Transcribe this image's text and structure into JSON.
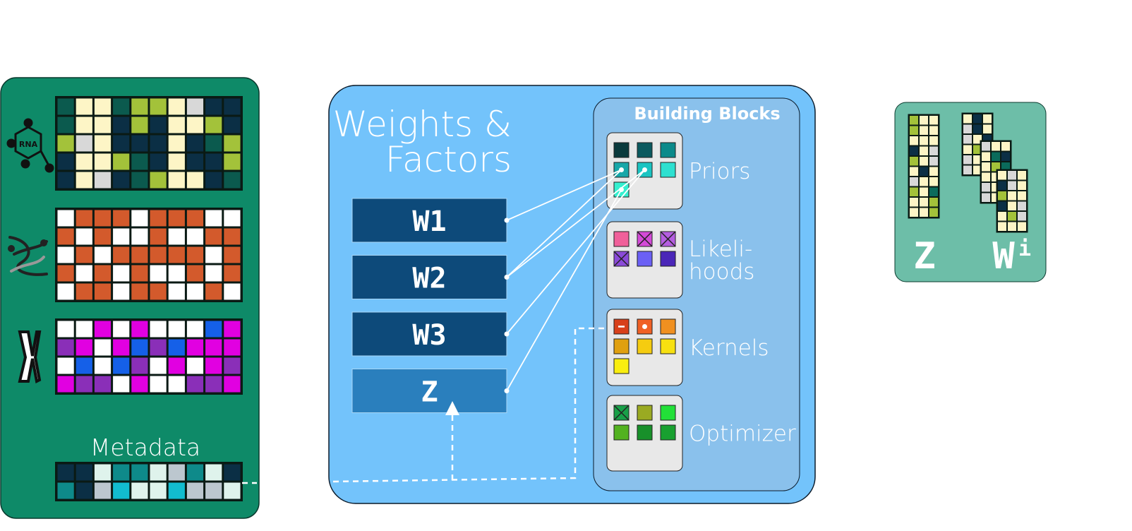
{
  "palette": {
    "dark": "#0b2f45",
    "lime": "#a3c23a",
    "cream": "#fdf5c6",
    "gray": "#d8d8d8",
    "teal": "#0b6b5b",
    "orange": "#d35a2c",
    "white": "#ffffff",
    "magenta": "#e100e1",
    "purple": "#8a2fb8",
    "blue": "#1560e8"
  },
  "data_panel": {
    "metadata_label": "Metadata",
    "matrices": [
      {
        "icon": "rna-icon",
        "icon_text": "RNA",
        "rows": [
          "TCCTLLCGDD",
          "TCCDLDCCLD",
          "LGCDDDCDTL",
          "DCCLTDCDDL",
          "DCGDTLCCDT"
        ]
      },
      {
        "icon": "dna-icon",
        "rows": [
          "WOOOWOOOWW",
          "OWOWWOWWOO",
          "WOWOOOOOWO",
          "OWOWOWWOWO",
          "WOOWOOWWOW"
        ]
      },
      {
        "icon": "chromosome-icon",
        "rows": [
          "WWMWMWWWBM",
          "PMWMBPBMMM",
          "WBWBPWMWMP",
          "MPPWMWWPPM"
        ]
      }
    ],
    "metadata_rows": [
      "DDmTTmgTmD",
      "TDgCmmCggm"
    ]
  },
  "model_panel": {
    "title_line1": "Weights &",
    "title_line2": "Factors",
    "weights": [
      {
        "label": "W1",
        "highlight": false
      },
      {
        "label": "W2",
        "highlight": false
      },
      {
        "label": "W3",
        "highlight": false
      },
      {
        "label": "Z",
        "highlight": true
      }
    ],
    "building_blocks": {
      "title": "Building Blocks",
      "groups": [
        {
          "name_lines": [
            "Priors"
          ],
          "swatches": [
            {
              "color": "#0a3a3c",
              "mark": "",
              "dot": false
            },
            {
              "color": "#0b5a5f",
              "mark": "",
              "dot": false
            },
            {
              "color": "#0b8a8a",
              "mark": "",
              "dot": false
            },
            {
              "color": "#17a7a8",
              "mark": "",
              "dot": true
            },
            {
              "color": "#1ac4c2",
              "mark": "",
              "dot": true
            },
            {
              "color": "#2de0d0",
              "mark": "",
              "dot": false
            },
            {
              "color": "#35efcf",
              "mark": "",
              "dot": true
            }
          ]
        },
        {
          "name_lines": [
            "Likeli-",
            "hoods"
          ],
          "swatches": [
            {
              "color": "#f0609a",
              "mark": "",
              "dot": false
            },
            {
              "color": "#d44ad8",
              "mark": "x",
              "dot": false
            },
            {
              "color": "#b45ee0",
              "mark": "x",
              "dot": false
            },
            {
              "color": "#8a4ad8",
              "mark": "x",
              "dot": false
            },
            {
              "color": "#6b60f5",
              "mark": "",
              "dot": false
            },
            {
              "color": "#4a26b8",
              "mark": "",
              "dot": false
            }
          ]
        },
        {
          "name_lines": [
            "Kernels"
          ],
          "swatches": [
            {
              "color": "#d8401a",
              "mark": "-",
              "dot": false
            },
            {
              "color": "#f06025",
              "mark": "",
              "dot": true
            },
            {
              "color": "#f09020",
              "mark": "",
              "dot": false
            },
            {
              "color": "#e0a010",
              "mark": "",
              "dot": false
            },
            {
              "color": "#f5cc10",
              "mark": "",
              "dot": false
            },
            {
              "color": "#f7e010",
              "mark": "",
              "dot": false
            },
            {
              "color": "#f9ee10",
              "mark": "",
              "dot": false
            }
          ]
        },
        {
          "name_lines": [
            "Optimizer"
          ],
          "swatches": [
            {
              "color": "#18a048",
              "mark": "x",
              "dot": false
            },
            {
              "color": "#9aaa22",
              "mark": "",
              "dot": false
            },
            {
              "color": "#22e038",
              "mark": "",
              "dot": false
            },
            {
              "color": "#52b220",
              "mark": "",
              "dot": false
            },
            {
              "color": "#18902a",
              "mark": "",
              "dot": false
            },
            {
              "color": "#18a030",
              "mark": "",
              "dot": false
            }
          ]
        }
      ]
    }
  },
  "output_panel": {
    "z_label": "Z",
    "w_label": "W",
    "w_superscript": "i"
  }
}
